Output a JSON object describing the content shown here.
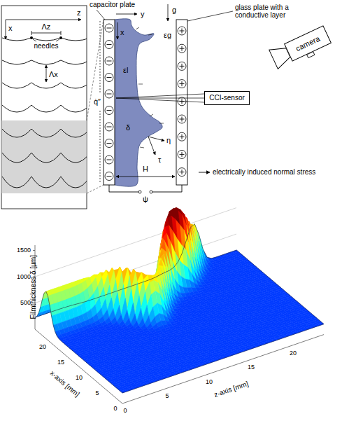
{
  "diagram": {
    "nodes": [
      {
        "text": [
          "camera"
        ]
      },
      {
        "text": [
          "CCI-sensor"
        ]
      }
    ],
    "labels": [
      "z",
      "x",
      "Λz",
      "needles",
      "Λx",
      "capacitor plate",
      "y",
      "x",
      "g",
      "εg",
      "εl",
      "δ",
      "η",
      "τ",
      "q̇″",
      "H",
      "ψ",
      "glass plate with a conductive layer",
      "electrically induced normal stress",
      "Filmthickness δ [µm]",
      "500",
      "1000",
      "1500",
      "x-axis [mm]",
      "0",
      "5",
      "10",
      "15",
      "20",
      "z-axis [mm]",
      "0",
      "5",
      "10",
      "15",
      "20"
    ]
  }
}
